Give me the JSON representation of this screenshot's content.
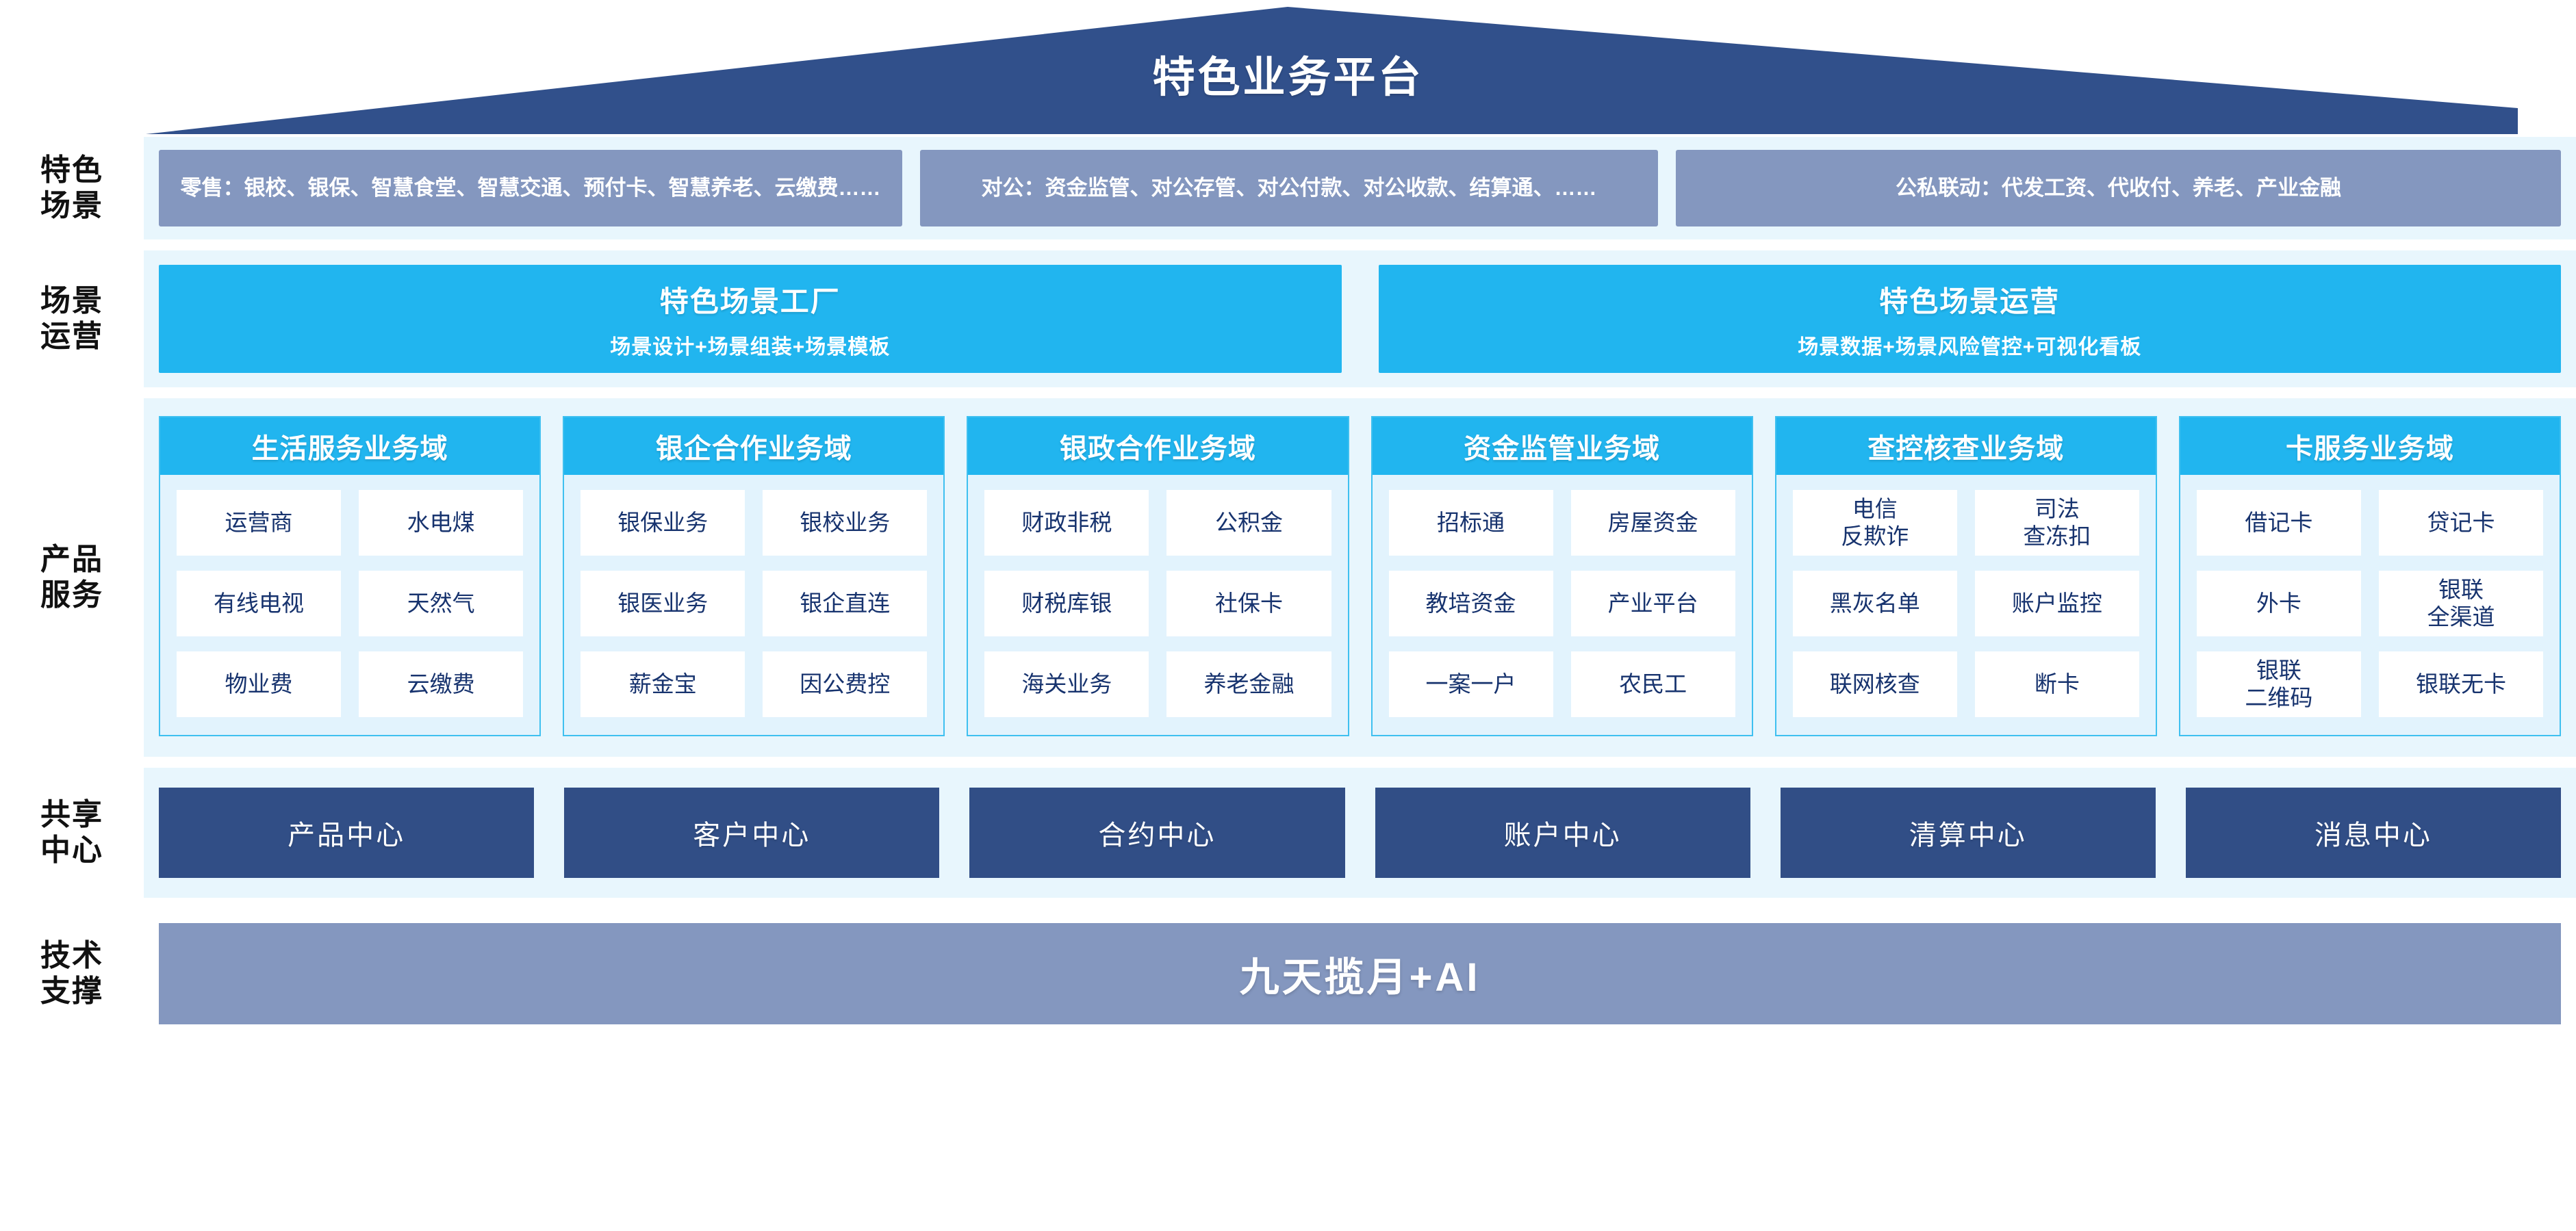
{
  "header": {
    "title": "特色业务平台",
    "roof_color": "#31508b"
  },
  "colors": {
    "band_bg": "#e8f6fd",
    "scenario_box": "#8497bf",
    "cyan": "#21b5ef",
    "panel_body": "#e2f3fd",
    "panel_border": "#3fc0f0",
    "navy": "#314e86",
    "cell_text": "#17336e",
    "tech_bar": "#8497bf"
  },
  "rails": {
    "scenario": "特色\n场景",
    "operation": "场景\n运营",
    "product": "产品\n服务",
    "shared": "共享\n中心",
    "tech": "技术\n支撑"
  },
  "scenarios": [
    {
      "label": "零售：银校、银保、智慧食堂、智慧交通、预付卡、智慧养老、云缴费……"
    },
    {
      "label": "对公：资金监管、对公存管、对公付款、对公收款、结算通、……"
    },
    {
      "label": "公私联动：代发工资、代收付、养老、产业金融"
    }
  ],
  "operations": [
    {
      "title": "特色场景工厂",
      "subtitle": "场景设计+场景组装+场景模板"
    },
    {
      "title": "特色场景运营",
      "subtitle": "场景数据+场景风险管控+可视化看板"
    }
  ],
  "domains": [
    {
      "title": "生活服务业务域",
      "items": [
        "运营商",
        "水电煤",
        "有线电视",
        "天然气",
        "物业费",
        "云缴费"
      ]
    },
    {
      "title": "银企合作业务域",
      "items": [
        "银保业务",
        "银校业务",
        "银医业务",
        "银企直连",
        "薪金宝",
        "因公费控"
      ]
    },
    {
      "title": "银政合作业务域",
      "items": [
        "财政非税",
        "公积金",
        "财税库银",
        "社保卡",
        "海关业务",
        "养老金融"
      ]
    },
    {
      "title": "资金监管业务域",
      "items": [
        "招标通",
        "房屋资金",
        "教培资金",
        "产业平台",
        "一案一户",
        "农民工"
      ]
    },
    {
      "title": "查控核查业务域",
      "items": [
        "电信\n反欺诈",
        "司法\n查冻扣",
        "黑灰名单",
        "账户监控",
        "联网核查",
        "断卡"
      ]
    },
    {
      "title": "卡服务业务域",
      "items": [
        "借记卡",
        "贷记卡",
        "外卡",
        "银联\n全渠道",
        "银联\n二维码",
        "银联无卡"
      ]
    }
  ],
  "shared_centers": [
    {
      "label": "产品中心"
    },
    {
      "label": "客户中心"
    },
    {
      "label": "合约中心"
    },
    {
      "label": "账户中心"
    },
    {
      "label": "清算中心"
    },
    {
      "label": "消息中心"
    }
  ],
  "tech_support": {
    "label": "九天揽月+AI"
  }
}
